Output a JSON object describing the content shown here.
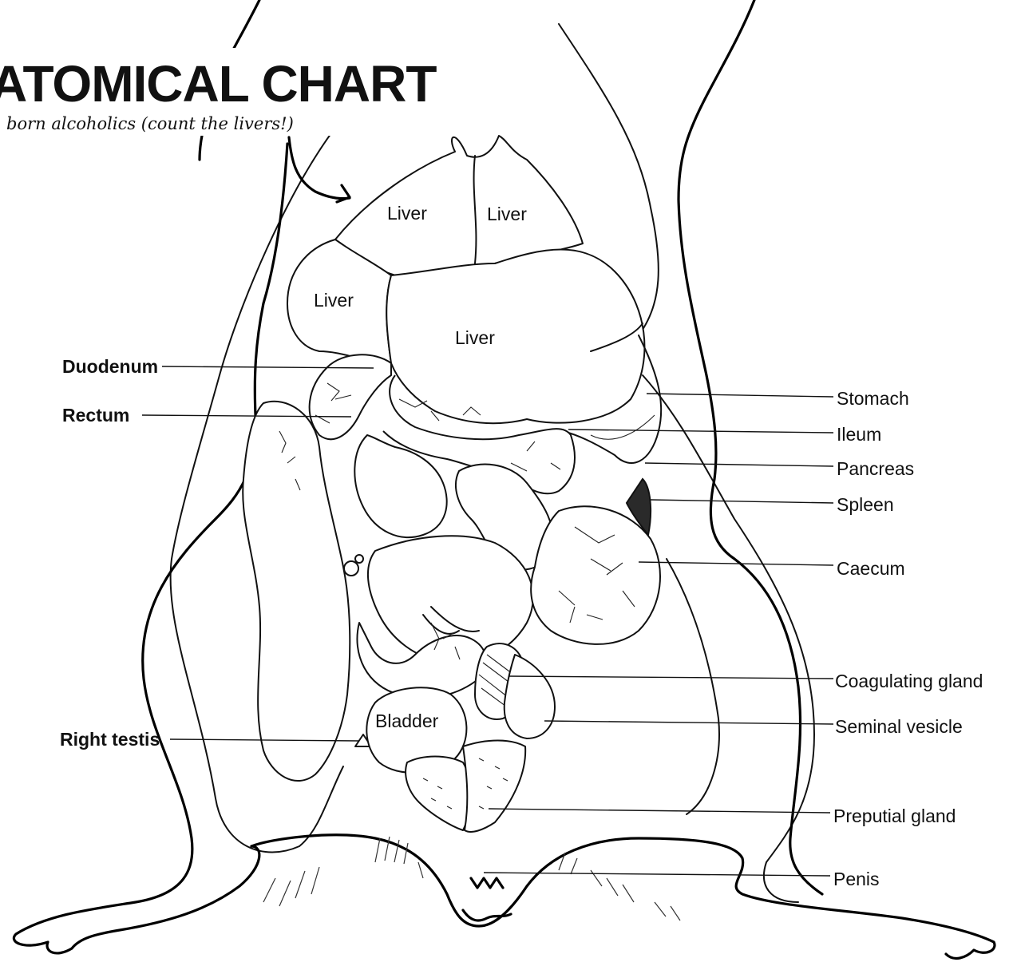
{
  "title": "ATOMICAL CHART",
  "subtitle": "born alcoholics (count the livers!)",
  "organs": {
    "liver_1": "Liver",
    "liver_2": "Liver",
    "liver_3": "Liver",
    "liver_4": "Liver",
    "bladder": "Bladder"
  },
  "labels_left": {
    "duodenum": "Duodenum",
    "rectum": "Rectum",
    "right_testis": "Right testis"
  },
  "labels_right": {
    "stomach": "Stomach",
    "ileum": "Ileum",
    "pancreas": "Pancreas",
    "spleen": "Spleen",
    "caecum": "Caecum",
    "coagulating_gland": "Coagulating gland",
    "seminal_vesicle": "Seminal vesicle",
    "preputial_gland": "Preputial gland",
    "penis": "Penis"
  },
  "colors": {
    "ink": "#111111",
    "paper": "#ffffff",
    "spleen": "#2a2a2a"
  }
}
